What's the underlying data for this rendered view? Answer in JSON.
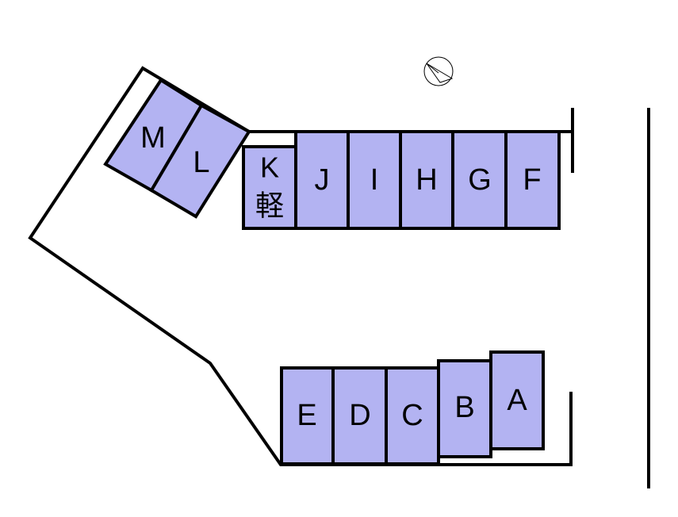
{
  "colors": {
    "slot_fill": "#b3b3f2",
    "line": "#000000",
    "background": "#ffffff"
  },
  "icons": {
    "compass": "north-arrow-icon"
  },
  "spaces": {
    "a": "A",
    "b": "B",
    "c": "C",
    "d": "D",
    "e": "E",
    "f": "F",
    "g": "G",
    "h": "H",
    "i": "I",
    "j": "J",
    "k": "K",
    "k_type": "軽",
    "l": "L",
    "m": "M"
  }
}
